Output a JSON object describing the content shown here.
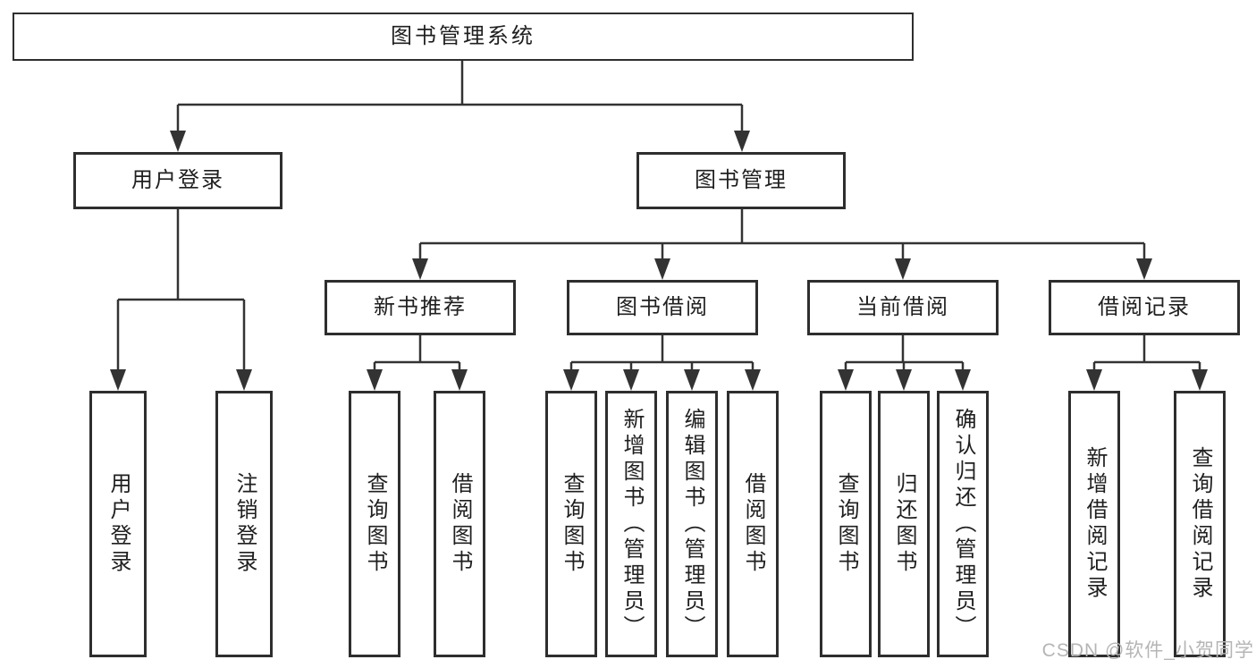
{
  "diagram_title": "图书管理系统",
  "tree": {
    "root": {
      "label": "图书管理系统"
    },
    "level2": [
      {
        "label": "用户登录",
        "children": [
          {
            "label": "用户登录"
          },
          {
            "label": "注销登录"
          }
        ]
      },
      {
        "label": "图书管理",
        "children": [
          {
            "label": "新书推荐",
            "children": [
              {
                "label": "查询图书"
              },
              {
                "label": "借阅图书"
              }
            ]
          },
          {
            "label": "图书借阅",
            "children": [
              {
                "label": "查询图书"
              },
              {
                "label": "新增图书（管理员）"
              },
              {
                "label": "编辑图书（管理员）"
              },
              {
                "label": "借阅图书"
              }
            ]
          },
          {
            "label": "当前借阅",
            "children": [
              {
                "label": "查询图书"
              },
              {
                "label": "归还图书"
              },
              {
                "label": "确认归还（管理员）"
              }
            ]
          },
          {
            "label": "借阅记录",
            "children": [
              {
                "label": "新增借阅记录"
              },
              {
                "label": "查询借阅记录"
              }
            ]
          }
        ]
      }
    ]
  },
  "watermark": "CSDN @软件_小贺同学",
  "colors": {
    "line": "#333333",
    "box_border": "#2e2e2e",
    "box_fill": "#ffffff",
    "text": "#1f1f1f",
    "watermark": "#b5b5b5",
    "background": "#ffffff"
  }
}
